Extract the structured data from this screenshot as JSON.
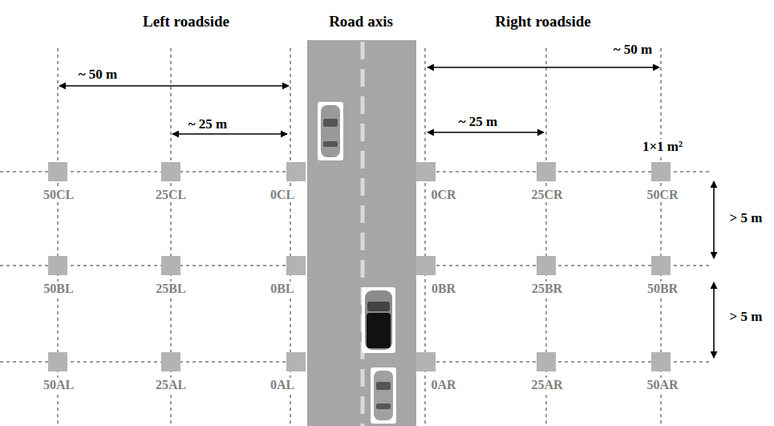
{
  "diagram": {
    "labels": [
      "Left roadside",
      "Road axis",
      "Right roadside",
      "~ 50 m",
      "~ 25 m",
      "~ 50 m",
      "~ 25 m",
      "1×1 m²",
      "50CL",
      "25CL",
      "0CL",
      "0CR",
      "25CR",
      "50CR",
      "> 5 m",
      "50BL",
      "25BL",
      "0BL",
      "0BR",
      "25BR",
      "50BR",
      "> 5 m",
      "50AL",
      "25AL",
      "0AL",
      "0AR",
      "25AR",
      "50AR"
    ]
  }
}
